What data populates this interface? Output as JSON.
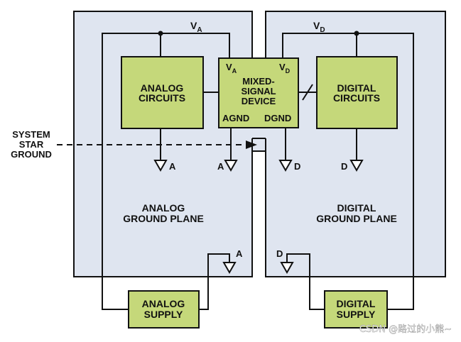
{
  "colors": {
    "plane_fill": "#dfe5f0",
    "block_fill": "#c5d87a",
    "line": "#111111",
    "watermark": "#ffffff"
  },
  "left_plane": {
    "label_line1": "ANALOG",
    "label_line2": "GROUND PLANE"
  },
  "right_plane": {
    "label_line1": "DIGITAL",
    "label_line2": "GROUND PLANE"
  },
  "rails": {
    "analog": {
      "main": "V",
      "sub": "A"
    },
    "digital": {
      "main": "V",
      "sub": "D"
    }
  },
  "analog_circuits": {
    "line1": "ANALOG",
    "line2": "CIRCUITS"
  },
  "digital_circuits": {
    "line1": "DIGITAL",
    "line2": "CIRCUITS"
  },
  "mixed_signal_device": {
    "line1": "MIXED-",
    "line2": "SIGNAL",
    "line3": "DEVICE",
    "pin_va": {
      "main": "V",
      "sub": "A"
    },
    "pin_vd": {
      "main": "V",
      "sub": "D"
    },
    "agnd": "AGND",
    "dgnd": "DGND"
  },
  "star_ground": {
    "line1": "SYSTEM",
    "line2": "STAR",
    "line3": "GROUND"
  },
  "ground_symbols": {
    "analog_circuits": "A",
    "device_agnd": "A",
    "device_dgnd": "D",
    "digital_circuits": "D",
    "analog_supply": "A",
    "digital_supply": "D"
  },
  "analog_supply": {
    "line1": "ANALOG",
    "line2": "SUPPLY"
  },
  "digital_supply": {
    "line1": "DIGITAL",
    "line2": "SUPPLY"
  },
  "watermark": "CSDN @路过的小熊~"
}
